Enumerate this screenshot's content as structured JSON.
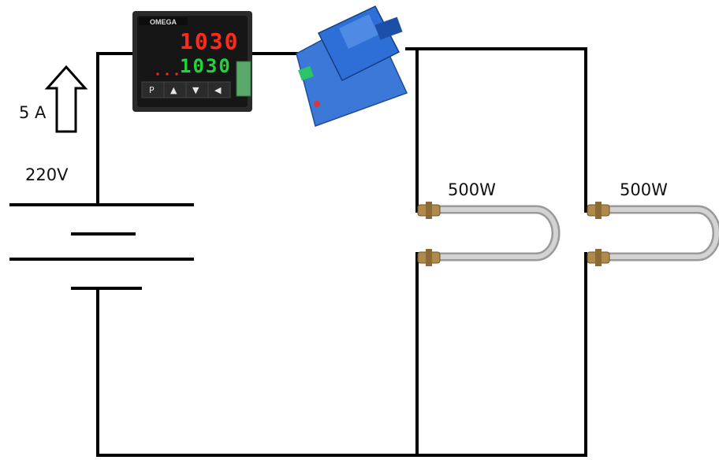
{
  "labels": {
    "current": "5 A",
    "voltage": "220V",
    "heater_1_power": "500W",
    "heater_2_power": "500W"
  },
  "controller": {
    "brand": "OMEGA",
    "pv_display": "1030",
    "sv_display": "1030",
    "buttons": [
      "P",
      "▲",
      "▼",
      "◀"
    ]
  },
  "colors": {
    "wire": "#000000",
    "pv_digits": "#ff2a1a",
    "sv_digits": "#22d33a",
    "relay_body": "#2d6fd6",
    "heater_tube": "#bdbdbd",
    "heater_terminal": "#b08a4a"
  }
}
